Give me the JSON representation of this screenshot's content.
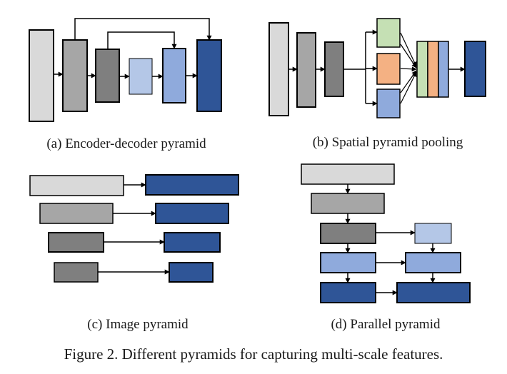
{
  "colors": {
    "lightgray": "#d9d9d9",
    "midgray": "#a6a6a6",
    "darkgray": "#7f7f7f",
    "lightblue": "#b4c7e7",
    "midblue": "#8faadc",
    "darkblue": "#2f5597",
    "green": "#c5e0b4",
    "orange": "#f4b183",
    "stroke": "#000000"
  },
  "captions": {
    "a": "(a) Encoder-decoder pyramid",
    "b": "(b) Spatial pyramid pooling",
    "c": "(c) Image pyramid",
    "d": "(d) Parallel pyramid",
    "figure": "Figure 2. Different pyramids for capturing multi-scale features."
  }
}
